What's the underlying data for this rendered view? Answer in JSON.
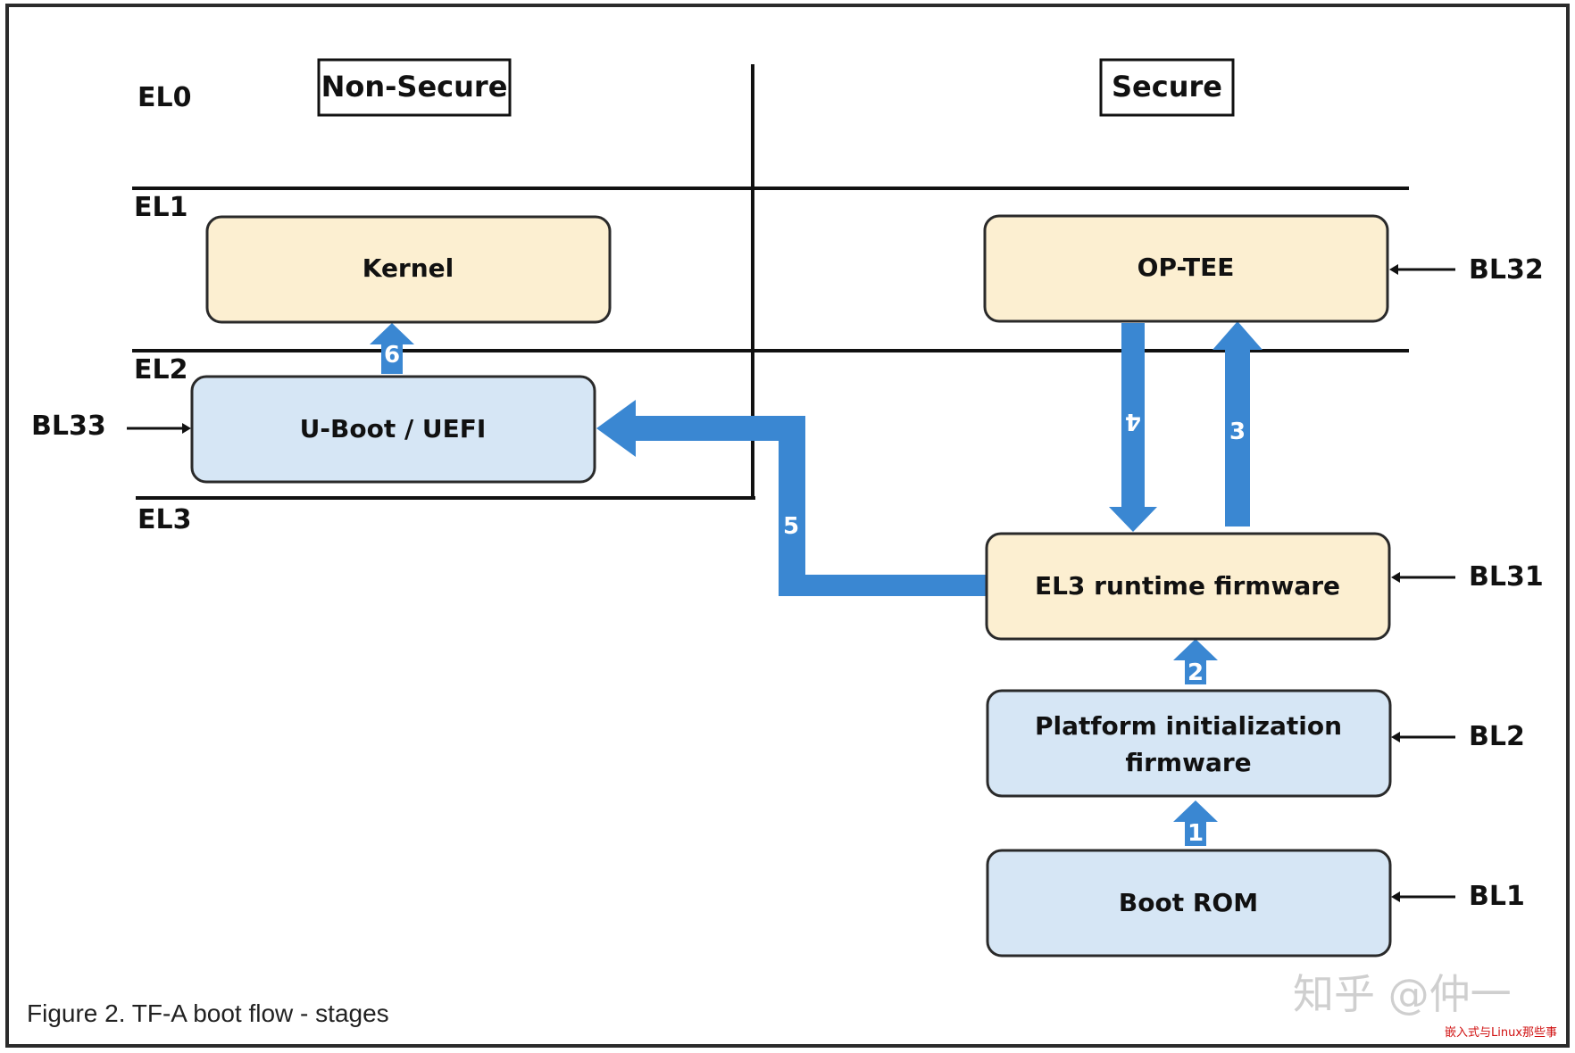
{
  "exception_levels": [
    "EL0",
    "EL1",
    "EL2",
    "EL3"
  ],
  "zones": {
    "non_secure": "Non-Secure",
    "secure": "Secure"
  },
  "boxes": {
    "kernel": "Kernel",
    "uboot": "U-Boot / UEFI",
    "optee": "OP-TEE",
    "el3_runtime": "EL3 runtime firmware",
    "platform_init_line1": "Platform initialization",
    "platform_init_line2": "firmware",
    "boot_rom": "Boot ROM"
  },
  "bl_stages": {
    "bl33": "BL33",
    "bl32": "BL32",
    "bl31": "BL31",
    "bl2": "BL2",
    "bl1": "BL1"
  },
  "steps": [
    "1",
    "2",
    "3",
    "4",
    "5",
    "6"
  ],
  "caption": "Figure 2.  TF-A boot flow - stages",
  "watermark": {
    "main": "知乎 @仲一",
    "sub": "嵌入式与Linux那些事"
  },
  "colors": {
    "yellow_box": "#fcefd1",
    "blue_box": "#d6e6f5",
    "arrow": "#3a87d2",
    "line": "#111111",
    "frame": "#2b2b2b"
  }
}
